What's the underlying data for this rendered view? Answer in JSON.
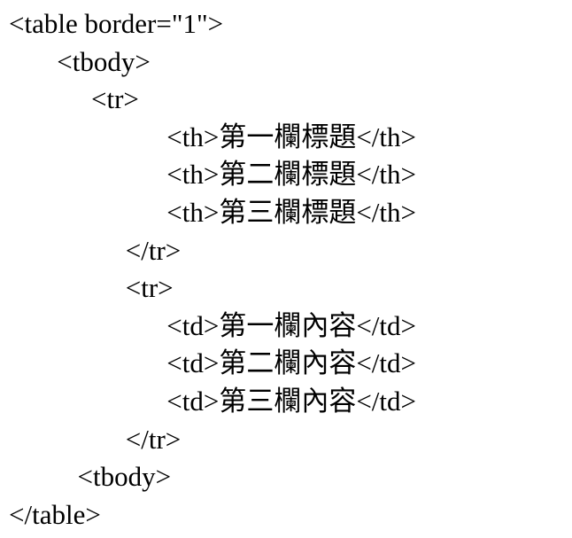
{
  "page": {
    "background": "#ffffff",
    "text_color": "#000000",
    "description": "HTML source code sample of a table with Traditional Chinese headers and cells"
  },
  "code": {
    "language": "html",
    "lines": [
      "<table border=\"1\">",
      "       <tbody>",
      "            <tr>",
      "                       <th>第一欄標題</th>",
      "                       <th>第二欄標題</th>",
      "                       <th>第三欄標題</th>",
      "                 </tr>",
      "                 <tr>",
      "                       <td>第一欄內容</td>",
      "                       <td>第二欄內容</td>",
      "                       <td>第三欄內容</td>",
      "                 </tr>",
      "          <tbody>",
      "</table>"
    ]
  }
}
